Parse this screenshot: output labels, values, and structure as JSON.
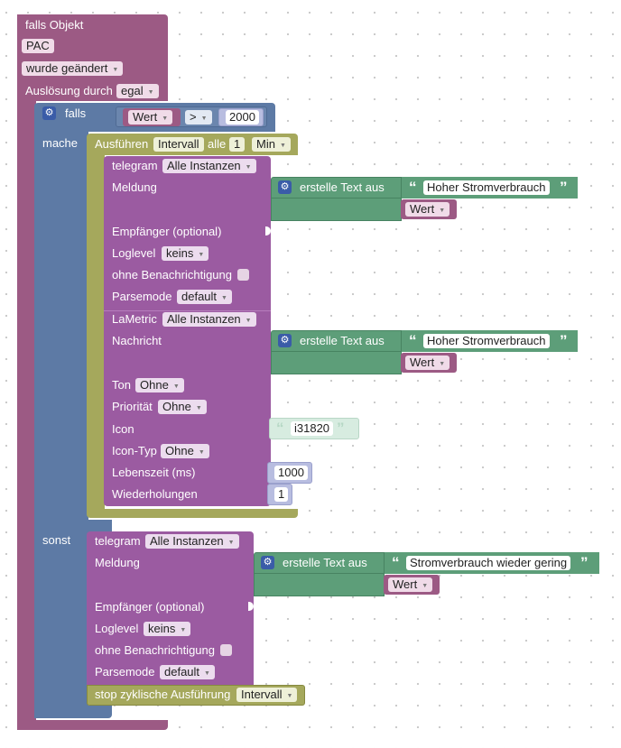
{
  "trigger": {
    "object_label": "falls Objekt",
    "object_id": "PAC",
    "condition": "wurde geändert",
    "trigger_by_label": "Auslösung durch",
    "trigger_by_value": "egal"
  },
  "if_block": {
    "if_label": "falls",
    "do_label": "mache",
    "else_label": "sonst",
    "compare": {
      "left": "Wert",
      "operator": ">",
      "right": "2000"
    }
  },
  "interval": {
    "run_label": "Ausführen",
    "name": "Intervall",
    "every_label": "alle",
    "every_value": "1",
    "unit": "Min"
  },
  "telegram1": {
    "label": "telegram",
    "instance": "Alle Instanzen",
    "message_label": "Meldung",
    "text_block_label": "erstelle Text aus",
    "text": "Hoher Stromverbrauch",
    "var": "Wert",
    "recipient_label": "Empfänger (optional)",
    "loglevel_label": "Loglevel",
    "loglevel": "keins",
    "silent_label": "ohne Benachrichtigung",
    "parsemode_label": "Parsemode",
    "parsemode": "default"
  },
  "lametric": {
    "label": "LaMetric",
    "instance": "Alle Instanzen",
    "message_label": "Nachricht",
    "text_block_label": "erstelle Text aus",
    "text": "Hoher Stromverbrauch",
    "var": "Wert",
    "sound_label": "Ton",
    "sound": "Ohne",
    "priority_label": "Priorität",
    "priority": "Ohne",
    "icon_label": "Icon",
    "icon": "i31820",
    "icon_type_label": "Icon-Typ",
    "icon_type": "Ohne",
    "lifetime_label": "Lebenszeit (ms)",
    "lifetime": "1000",
    "repeat_label": "Wiederholungen",
    "repeat": "1"
  },
  "telegram2": {
    "label": "telegram",
    "instance": "Alle Instanzen",
    "message_label": "Meldung",
    "text_block_label": "erstelle Text aus",
    "text": "Stromverbrauch wieder gering",
    "var": "Wert",
    "recipient_label": "Empfänger (optional)",
    "loglevel_label": "Loglevel",
    "loglevel": "keins",
    "silent_label": "ohne Benachrichtigung",
    "parsemode_label": "Parsemode",
    "parsemode": "default"
  },
  "stop_block": {
    "label": "stop zyklische Ausführung",
    "name": "Intervall"
  },
  "colors": {
    "trigger": "#9c5a84",
    "logic": "#5d7aa5",
    "timer": "#a5a85c",
    "telegram": "#9b5ba1",
    "text": "#5d9e79",
    "number": "#b8bde0"
  }
}
